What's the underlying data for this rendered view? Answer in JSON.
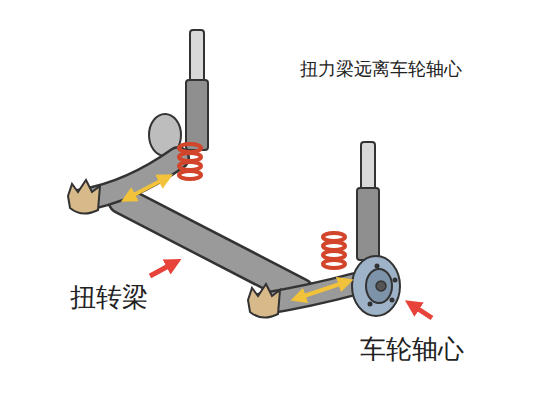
{
  "diagram": {
    "title": "扭力梁远离车轮轴心",
    "labels": [
      "扭转梁",
      "车轮轴心"
    ]
  }
}
